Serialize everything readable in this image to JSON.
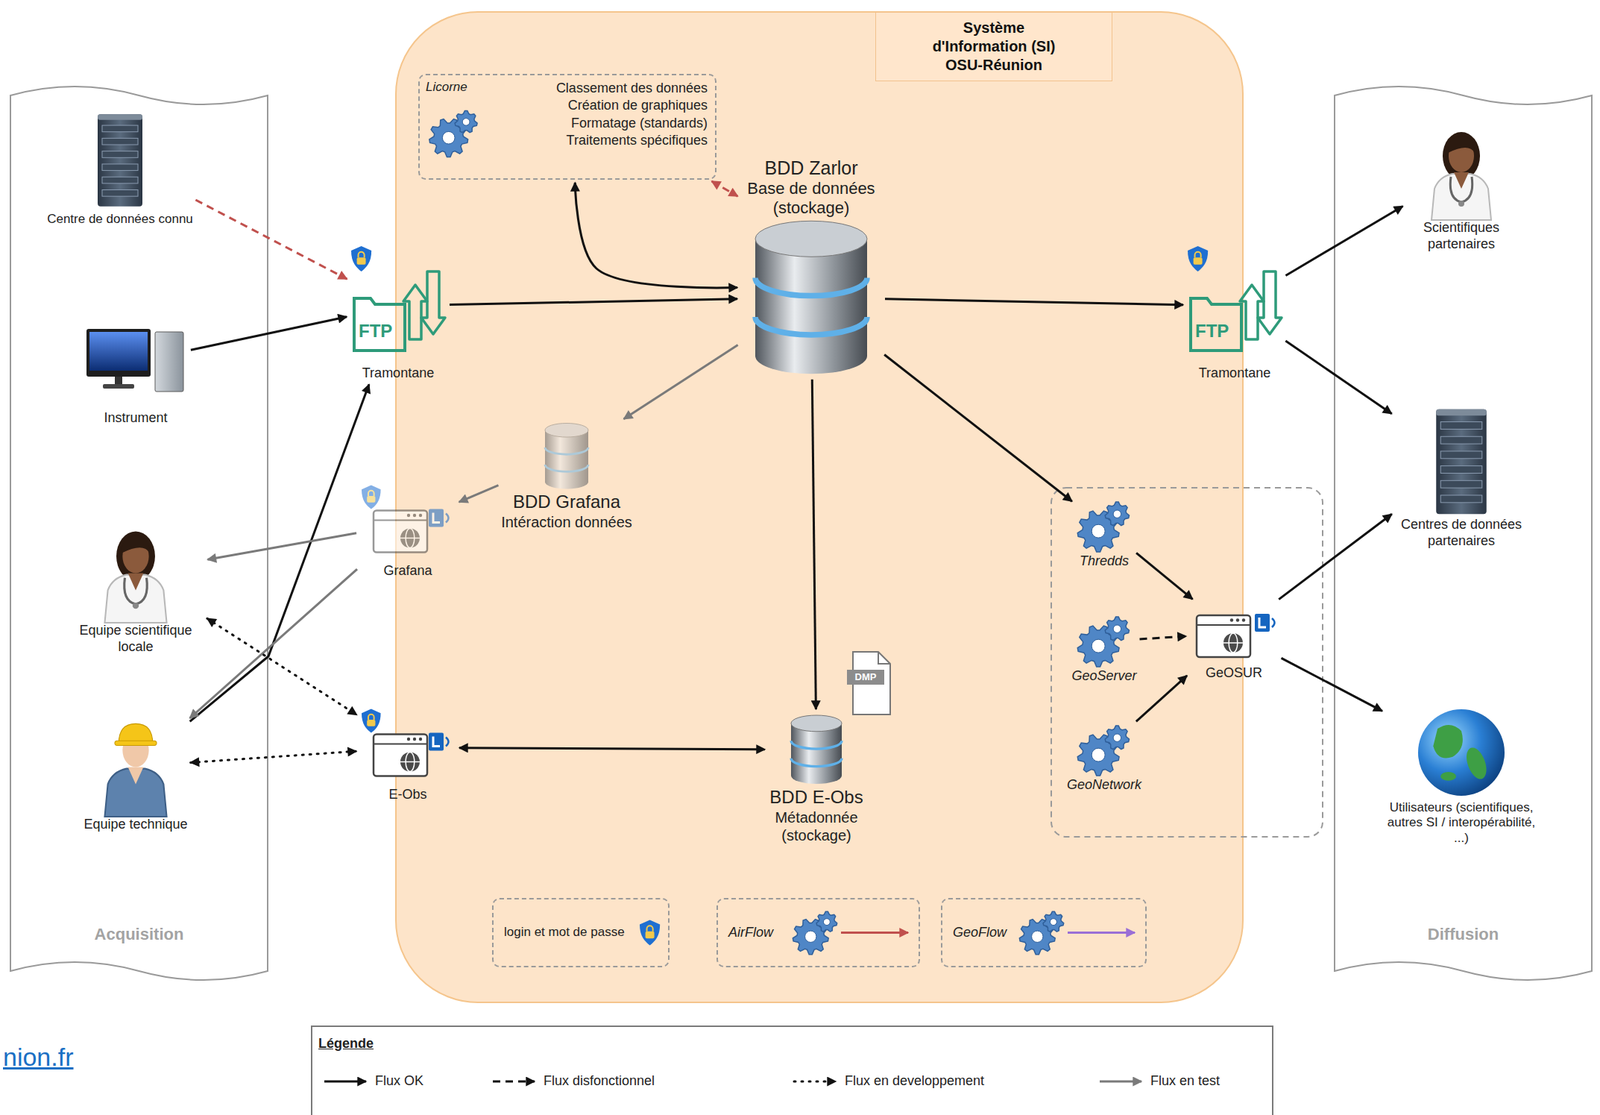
{
  "diagram": {
    "nodes": [
      {
        "text": [
          "Acquisition"
        ]
      },
      {
        "text": [
          "Centre de données connu"
        ],
        "in": 0
      },
      {
        "text": [
          "Instrument"
        ],
        "in": 0
      },
      {
        "text": [
          "Equipe scientifique locale"
        ],
        "in": 0
      },
      {
        "text": [
          "Equipe technique"
        ],
        "in": 0
      },
      {
        "text": [
          "Système d'Information (SI) OSU-Réunion"
        ]
      },
      {
        "text": [
          "Licorne",
          "Classement des données Création de graphiques Formatage (standards) Traitements spécifiques"
        ],
        "in": 5
      },
      {
        "text": [
          "FTP",
          "Tramontane"
        ],
        "in": 5
      },
      {
        "text": [
          "BDD Zarlor",
          "Base de données (stockage)"
        ],
        "in": 5
      },
      {
        "text": [
          "BDD Grafana",
          "Intéraction données"
        ],
        "in": 5
      },
      {
        "text": [
          "Grafana"
        ],
        "in": 5
      },
      {
        "text": [
          "E-Obs"
        ],
        "in": 5
      },
      {
        "text": [
          "BDD E-Obs",
          "Métadonnée (stockage)"
        ],
        "in": 5
      },
      {
        "text": [
          "DMP"
        ],
        "in": 5
      },
      {
        "text": [
          "FTP",
          "Tramontane"
        ],
        "in": 5
      },
      {
        "text": [
          "Thredds"
        ],
        "in": 5
      },
      {
        "text": [
          "GeoServer"
        ],
        "in": 5
      },
      {
        "text": [
          "GeoNetwork"
        ],
        "in": 5
      },
      {
        "text": [
          "GeOSUR"
        ],
        "in": 5
      },
      {
        "text": [
          "login et mot de passe"
        ],
        "in": 5
      },
      {
        "text": [
          "AirFlow"
        ],
        "in": 5
      },
      {
        "text": [
          "GeoFlow"
        ],
        "in": 5
      },
      {
        "text": [
          "Diffusion"
        ]
      },
      {
        "text": [
          "Scientifiques partenaires"
        ],
        "in": 22
      },
      {
        "text": [
          "Centres de données partenaires"
        ],
        "in": 22
      },
      {
        "text": [
          "Utilisateurs (scientifiques, autres SI / interopérabilité, ...)"
        ],
        "in": 22
      }
    ],
    "edges": [
      {
        "from": 1,
        "to": 7,
        "arrow": "to"
      },
      {
        "from": 2,
        "to": 7,
        "arrow": "to"
      },
      {
        "from": 4,
        "to": 7,
        "arrow": "to"
      },
      {
        "from": 7,
        "to": 8,
        "arrow": "to"
      },
      {
        "from": 6,
        "to": 8,
        "arrow": "both"
      },
      {
        "from": 6,
        "to": 8,
        "arrow": "both"
      },
      {
        "from": 8,
        "to": 9,
        "arrow": "to"
      },
      {
        "from": 9,
        "to": 10,
        "arrow": "to"
      },
      {
        "from": 10,
        "to": 3,
        "arrow": "to"
      },
      {
        "from": 10,
        "to": 4,
        "arrow": "to"
      },
      {
        "from": 3,
        "to": 11,
        "arrow": "both"
      },
      {
        "from": 4,
        "to": 11,
        "arrow": "both"
      },
      {
        "from": 11,
        "to": 12,
        "arrow": "both"
      },
      {
        "from": 8,
        "to": 12,
        "arrow": "to"
      },
      {
        "from": 8,
        "to": 14,
        "arrow": "to"
      },
      {
        "from": 8,
        "to": 15,
        "arrow": "to"
      },
      {
        "from": 15,
        "to": 18,
        "arrow": "to"
      },
      {
        "from": 16,
        "to": 18,
        "arrow": "to"
      },
      {
        "from": 17,
        "to": 18,
        "arrow": "to"
      },
      {
        "from": 14,
        "to": 23,
        "arrow": "to"
      },
      {
        "from": 14,
        "to": 24,
        "arrow": "to"
      },
      {
        "from": 18,
        "to": 24,
        "arrow": "to"
      },
      {
        "from": 18,
        "to": 25,
        "arrow": "to"
      }
    ],
    "labels": [
      "Légende",
      "nion.fr"
    ],
    "legend": [
      {
        "text": "Flux OK"
      },
      {
        "text": "Flux disfonctionnel"
      },
      {
        "text": "Flux en developpement"
      },
      {
        "text": "Flux en test"
      }
    ]
  }
}
